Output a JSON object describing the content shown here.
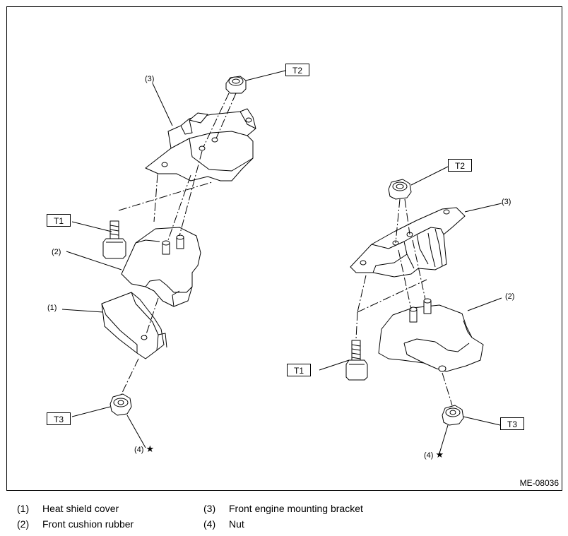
{
  "figure_id": "ME-08036",
  "torque_tags": {
    "t1": "T1",
    "t2": "T2",
    "t3": "T3"
  },
  "callouts": {
    "c1": "(1)",
    "c2": "(2)",
    "c3": "(3)",
    "c4": "(4)",
    "star": "★"
  },
  "legend": [
    {
      "num": "(1)",
      "text": "Heat shield cover"
    },
    {
      "num": "(2)",
      "text": "Front cushion rubber"
    },
    {
      "num": "(3)",
      "text": "Front engine mounting bracket"
    },
    {
      "num": "(4)",
      "text": "Nut"
    }
  ]
}
